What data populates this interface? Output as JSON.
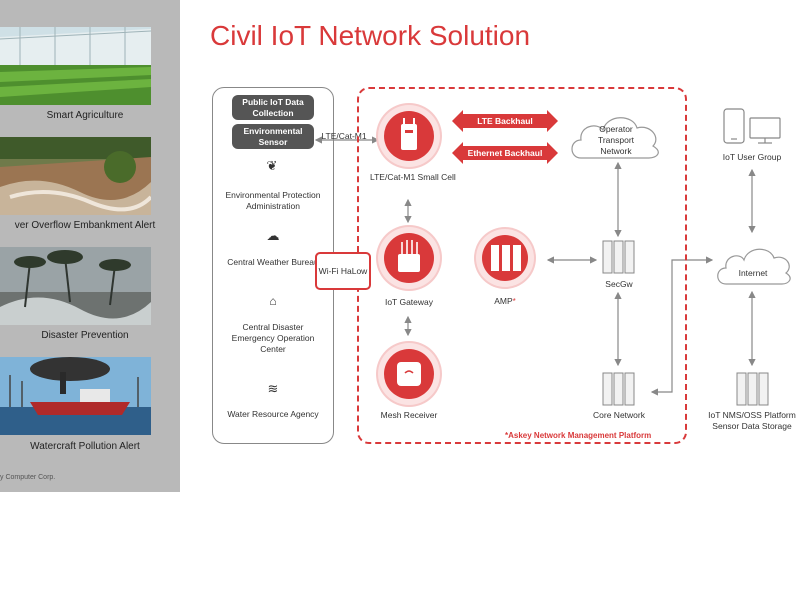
{
  "title": "Civil IoT Network Solution",
  "left_panel": {
    "items": [
      {
        "caption": "Smart  Agriculture"
      },
      {
        "caption": "ver  Overflow  Embankment  Alert"
      },
      {
        "caption": "Disaster  Prevention"
      },
      {
        "caption": "Watercraft  Pollution  Alert"
      }
    ],
    "copyright": "y Computer Corp."
  },
  "sources": {
    "public_iot_label": "Public IoT Data Collection",
    "env_sensor_label": "Environmental Sensor",
    "lte_label": "LTE/Cat-M1",
    "agencies": [
      "Environmental Protection Administration",
      "Central Weather Bureau",
      "Central Disaster Emergency Operation Center",
      "Water Resource Agency"
    ]
  },
  "network": {
    "small_cell": "LTE/Cat-M1 Small Cell",
    "lte_backhaul": "LTE Backhaul",
    "ethernet_backhaul": "Ethernet Backhaul",
    "operator": "Operator Transport Network",
    "wifi_halow": "Wi-Fi HaLow",
    "iot_gateway": "IoT Gateway",
    "amp": "AMP",
    "amp_star": "*",
    "secgw": "SecGw",
    "mesh_receiver": "Mesh Receiver",
    "core_network": "Core Network",
    "platform_note": "*Askey Network Management Platform"
  },
  "external": {
    "user_group": "IoT User Group",
    "internet": "Internet",
    "nms_line1": "IoT NMS/OSS Platform",
    "nms_line2": "Sensor Data Storage"
  },
  "colors": {
    "accent": "#d9393a",
    "panel": "#b9b9b9",
    "pill": "#555555"
  }
}
